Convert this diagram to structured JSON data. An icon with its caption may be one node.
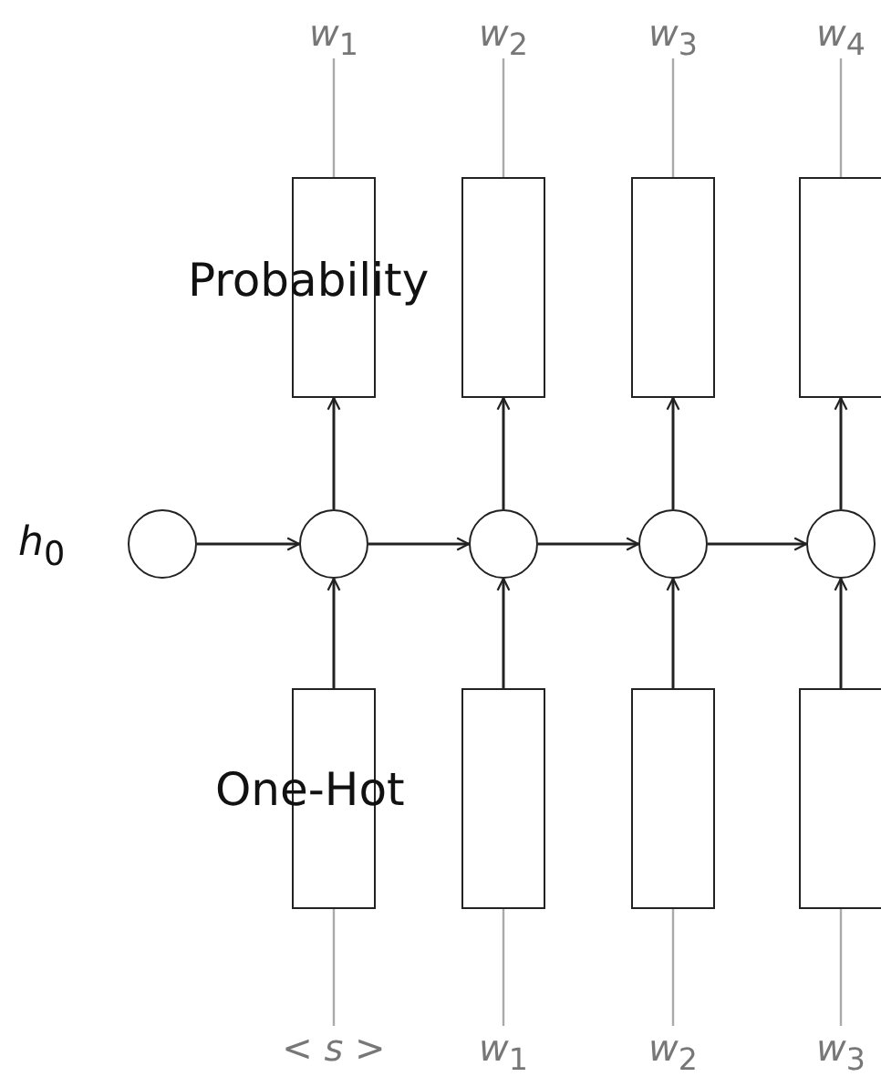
{
  "diagram": {
    "nodes": [
      {
        "text": [
          "*w*$_{1}$"
        ]
      },
      {
        "text": [
          "*w*$_{2}$"
        ]
      },
      {
        "text": [
          "*w*$_{3}$"
        ]
      },
      {
        "text": [
          "*w*$_{4}$"
        ]
      },
      {
        "text": [],
        "shape": "box"
      },
      {
        "text": [],
        "shape": "box"
      },
      {
        "text": [],
        "shape": "box"
      },
      {
        "text": [],
        "shape": "box"
      },
      {
        "text": [],
        "shape": "circle",
        "beside": [
          "*h*$_{0}$"
        ]
      },
      {
        "text": [],
        "shape": "circle"
      },
      {
        "text": [],
        "shape": "circle"
      },
      {
        "text": [],
        "shape": "circle"
      },
      {
        "text": [],
        "shape": "circle"
      },
      {
        "text": [],
        "shape": "box"
      },
      {
        "text": [],
        "shape": "box"
      },
      {
        "text": [],
        "shape": "box"
      },
      {
        "text": [],
        "shape": "box"
      },
      {
        "text": [
          "< *s* >"
        ]
      },
      {
        "text": [
          "*w*$_{1}$"
        ]
      },
      {
        "text": [
          "*w*$_{2}$"
        ]
      },
      {
        "text": [
          "*w*$_{3}$"
        ]
      }
    ],
    "edges": [
      {
        "from": 4,
        "to": 0,
        "arrow": "none",
        "color": "#aaaaaa"
      },
      {
        "from": 5,
        "to": 1,
        "arrow": "none",
        "color": "#aaaaaa"
      },
      {
        "from": 6,
        "to": 2,
        "arrow": "none",
        "color": "#aaaaaa"
      },
      {
        "from": 7,
        "to": 3,
        "arrow": "none",
        "color": "#aaaaaa"
      },
      {
        "from": 9,
        "to": 4,
        "arrow": "to"
      },
      {
        "from": 10,
        "to": 5,
        "arrow": "to"
      },
      {
        "from": 11,
        "to": 6,
        "arrow": "to"
      },
      {
        "from": 12,
        "to": 7,
        "arrow": "to"
      },
      {
        "from": 8,
        "to": 9,
        "arrow": "to"
      },
      {
        "from": 9,
        "to": 10,
        "arrow": "to"
      },
      {
        "from": 10,
        "to": 11,
        "arrow": "to"
      },
      {
        "from": 11,
        "to": 12,
        "arrow": "to"
      },
      {
        "from": 13,
        "to": 9,
        "arrow": "to"
      },
      {
        "from": 14,
        "to": 10,
        "arrow": "to"
      },
      {
        "from": 15,
        "to": 11,
        "arrow": "to"
      },
      {
        "from": 16,
        "to": 12,
        "arrow": "to"
      },
      {
        "from": 17,
        "to": 13,
        "arrow": "none",
        "color": "#aaaaaa"
      },
      {
        "from": 18,
        "to": 14,
        "arrow": "none",
        "color": "#aaaaaa"
      },
      {
        "from": 19,
        "to": 15,
        "arrow": "none",
        "color": "#aaaaaa"
      },
      {
        "from": 20,
        "to": 16,
        "arrow": "none",
        "color": "#aaaaaa"
      }
    ],
    "labels": [
      "Probability",
      "One-Hot"
    ]
  }
}
